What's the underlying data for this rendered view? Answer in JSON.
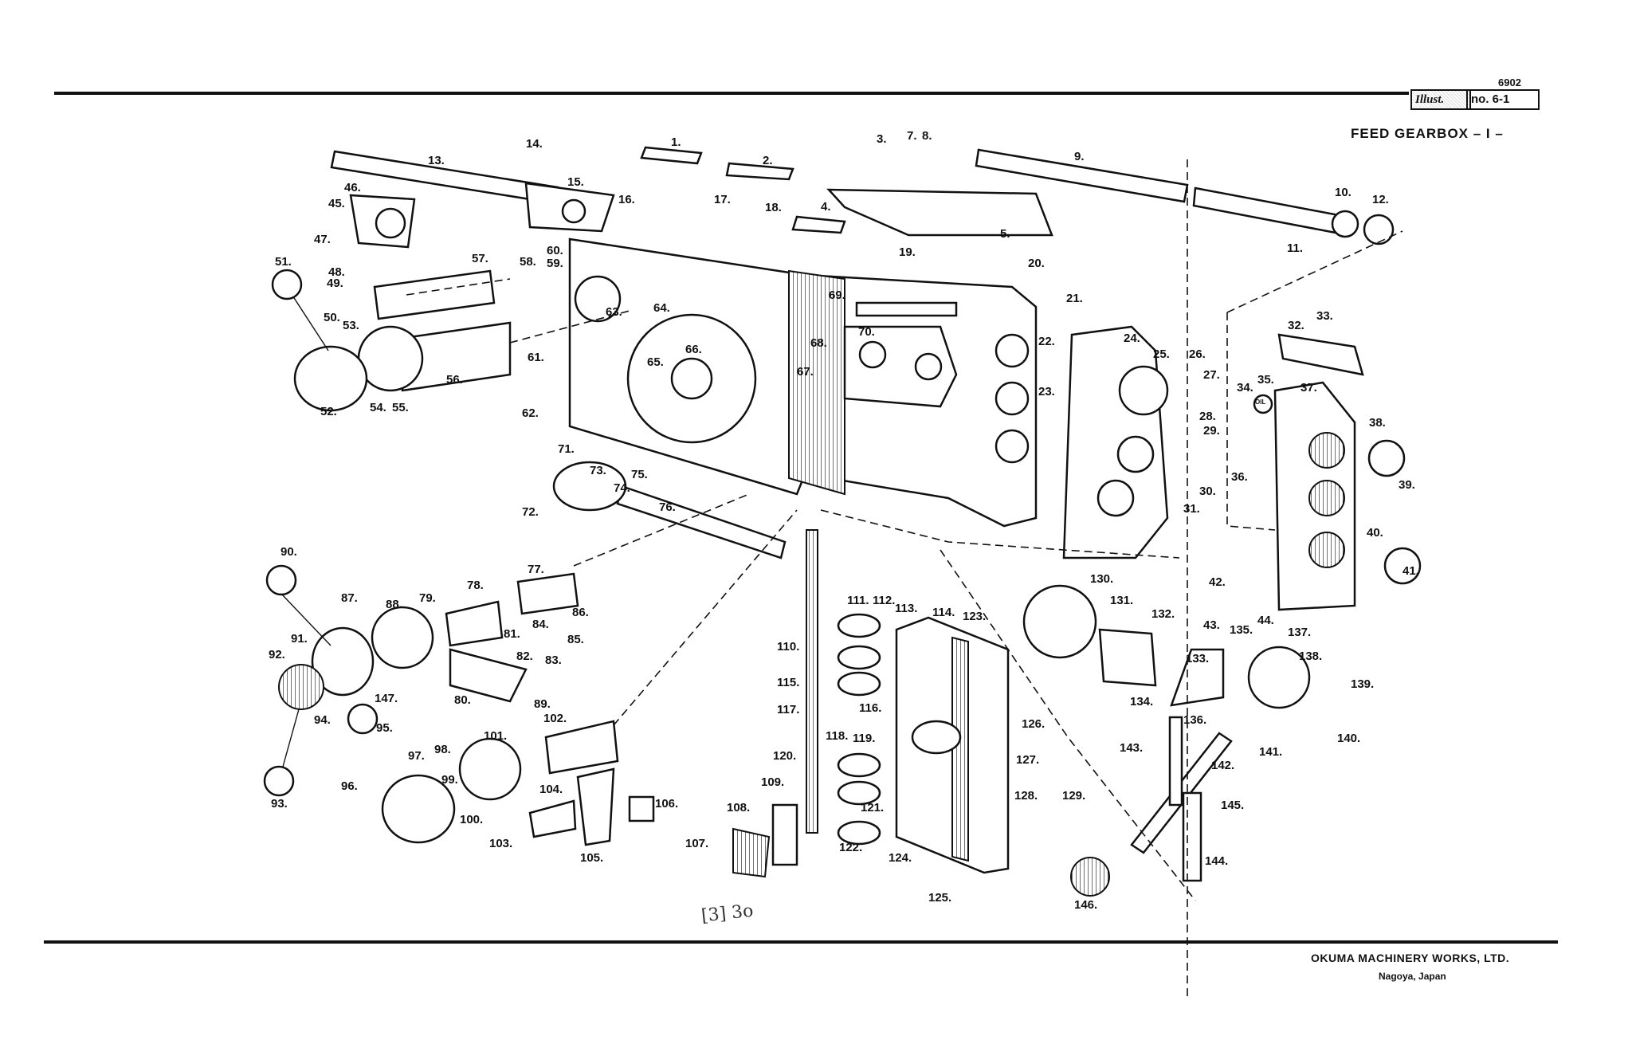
{
  "header": {
    "doc_number": "6902",
    "badge_left": "Illust.",
    "badge_right": "no. 6-1",
    "title": "FEED GEARBOX  –  I  –"
  },
  "footer": {
    "company": "OKUMA MACHINERY WORKS, LTD.",
    "location": "Nagoya, Japan",
    "handwritten_note": "[3] 3o"
  },
  "part_labels": [
    "1.",
    "2.",
    "3.",
    "4.",
    "5.",
    "7.",
    "8.",
    "9.",
    "10.",
    "11.",
    "12.",
    "13.",
    "14.",
    "15.",
    "16.",
    "17.",
    "18.",
    "19.",
    "20.",
    "21.",
    "22.",
    "23.",
    "24.",
    "25.",
    "26.",
    "27.",
    "28.",
    "29.",
    "30.",
    "31.",
    "32.",
    "33.",
    "34.",
    "35.",
    "36.",
    "37.",
    "38.",
    "39.",
    "40.",
    "41.",
    "42.",
    "43.",
    "44.",
    "45.",
    "46.",
    "47.",
    "48.",
    "49.",
    "50.",
    "51.",
    "52.",
    "53.",
    "54.",
    "55.",
    "56.",
    "57.",
    "58.",
    "59.",
    "60.",
    "61.",
    "62.",
    "63.",
    "64.",
    "65.",
    "66.",
    "67.",
    "68.",
    "69.",
    "70.",
    "71.",
    "72.",
    "73.",
    "74.",
    "75.",
    "76.",
    "77.",
    "78.",
    "79.",
    "80.",
    "81.",
    "82.",
    "83.",
    "84.",
    "85.",
    "86.",
    "87.",
    "88.",
    "89.",
    "90.",
    "91.",
    "92.",
    "93.",
    "94.",
    "95.",
    "96.",
    "97.",
    "98.",
    "99.",
    "100.",
    "101.",
    "102.",
    "103.",
    "104.",
    "105.",
    "106.",
    "107.",
    "108.",
    "109.",
    "110.",
    "111.",
    "112.",
    "113.",
    "114.",
    "115.",
    "116.",
    "117.",
    "118.",
    "119.",
    "120.",
    "121.",
    "122.",
    "123.",
    "124.",
    "125.",
    "126.",
    "127.",
    "128.",
    "129.",
    "130.",
    "131.",
    "132.",
    "133.",
    "134.",
    "135.",
    "136.",
    "137.",
    "138.",
    "139.",
    "140.",
    "141.",
    "142.",
    "143.",
    "144.",
    "145.",
    "146.",
    "147."
  ],
  "oil_plug_label": "OIL"
}
